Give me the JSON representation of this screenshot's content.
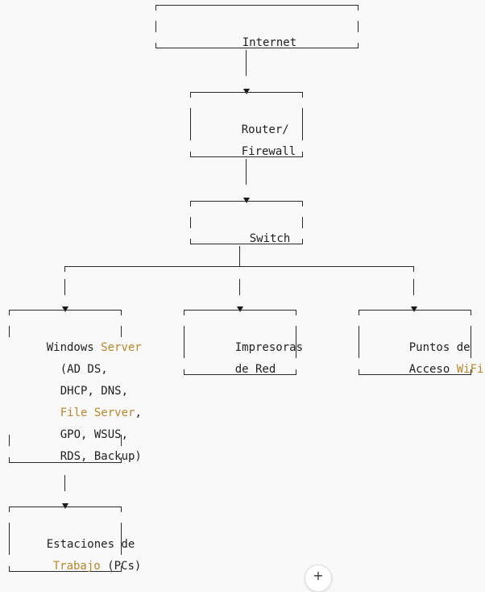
{
  "nodes": {
    "internet": {
      "lines": [
        [
          "Internet"
        ]
      ]
    },
    "router": {
      "lines": [
        [
          "Router/"
        ],
        [
          "Firewall"
        ]
      ]
    },
    "switch": {
      "lines": [
        [
          "Switch"
        ]
      ]
    },
    "windows_server": {
      "lines": [
        [
          "Windows ",
          "Server"
        ],
        [
          "(AD DS,"
        ],
        [
          "DHCP, DNS,"
        ],
        [
          "",
          "File Server",
          ","
        ],
        [
          "GPO, WSUS,"
        ],
        [
          "RDS, Backup)"
        ]
      ]
    },
    "impresoras": {
      "lines": [
        [
          "Impresoras"
        ],
        [
          "de Red"
        ]
      ]
    },
    "puntos_acceso": {
      "lines": [
        [
          "Puntos de"
        ],
        [
          "Acceso ",
          "WiFi"
        ]
      ]
    },
    "estaciones": {
      "lines": [
        [
          "Estaciones de"
        ],
        [
          "",
          "Trabajo",
          " (PCs)"
        ]
      ]
    }
  },
  "colors": {
    "highlight": "#b8862a",
    "text": "#1f1f1f",
    "line": "#2a2a2a"
  },
  "controls": {
    "expand_icon": "plus-icon",
    "expand_label": "+"
  }
}
